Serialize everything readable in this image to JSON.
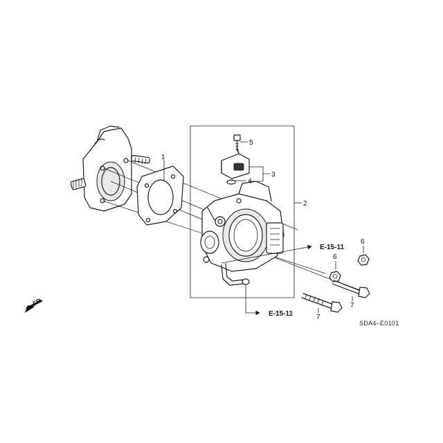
{
  "diagram": {
    "callouts": [
      {
        "id": "1",
        "label": "1"
      },
      {
        "id": "2",
        "label": "2"
      },
      {
        "id": "3",
        "label": "3"
      },
      {
        "id": "4",
        "label": "4"
      },
      {
        "id": "5",
        "label": "5"
      },
      {
        "id": "6a",
        "label": "6"
      },
      {
        "id": "6b",
        "label": "6"
      },
      {
        "id": "7a",
        "label": "7"
      },
      {
        "id": "7b",
        "label": "7"
      }
    ],
    "references": [
      {
        "id": "ref-upper",
        "label": "E-15-11"
      },
      {
        "id": "ref-lower",
        "label": "E-15-11"
      }
    ],
    "direction_label": "FR.",
    "diagram_code": "SDA4–E0101"
  }
}
